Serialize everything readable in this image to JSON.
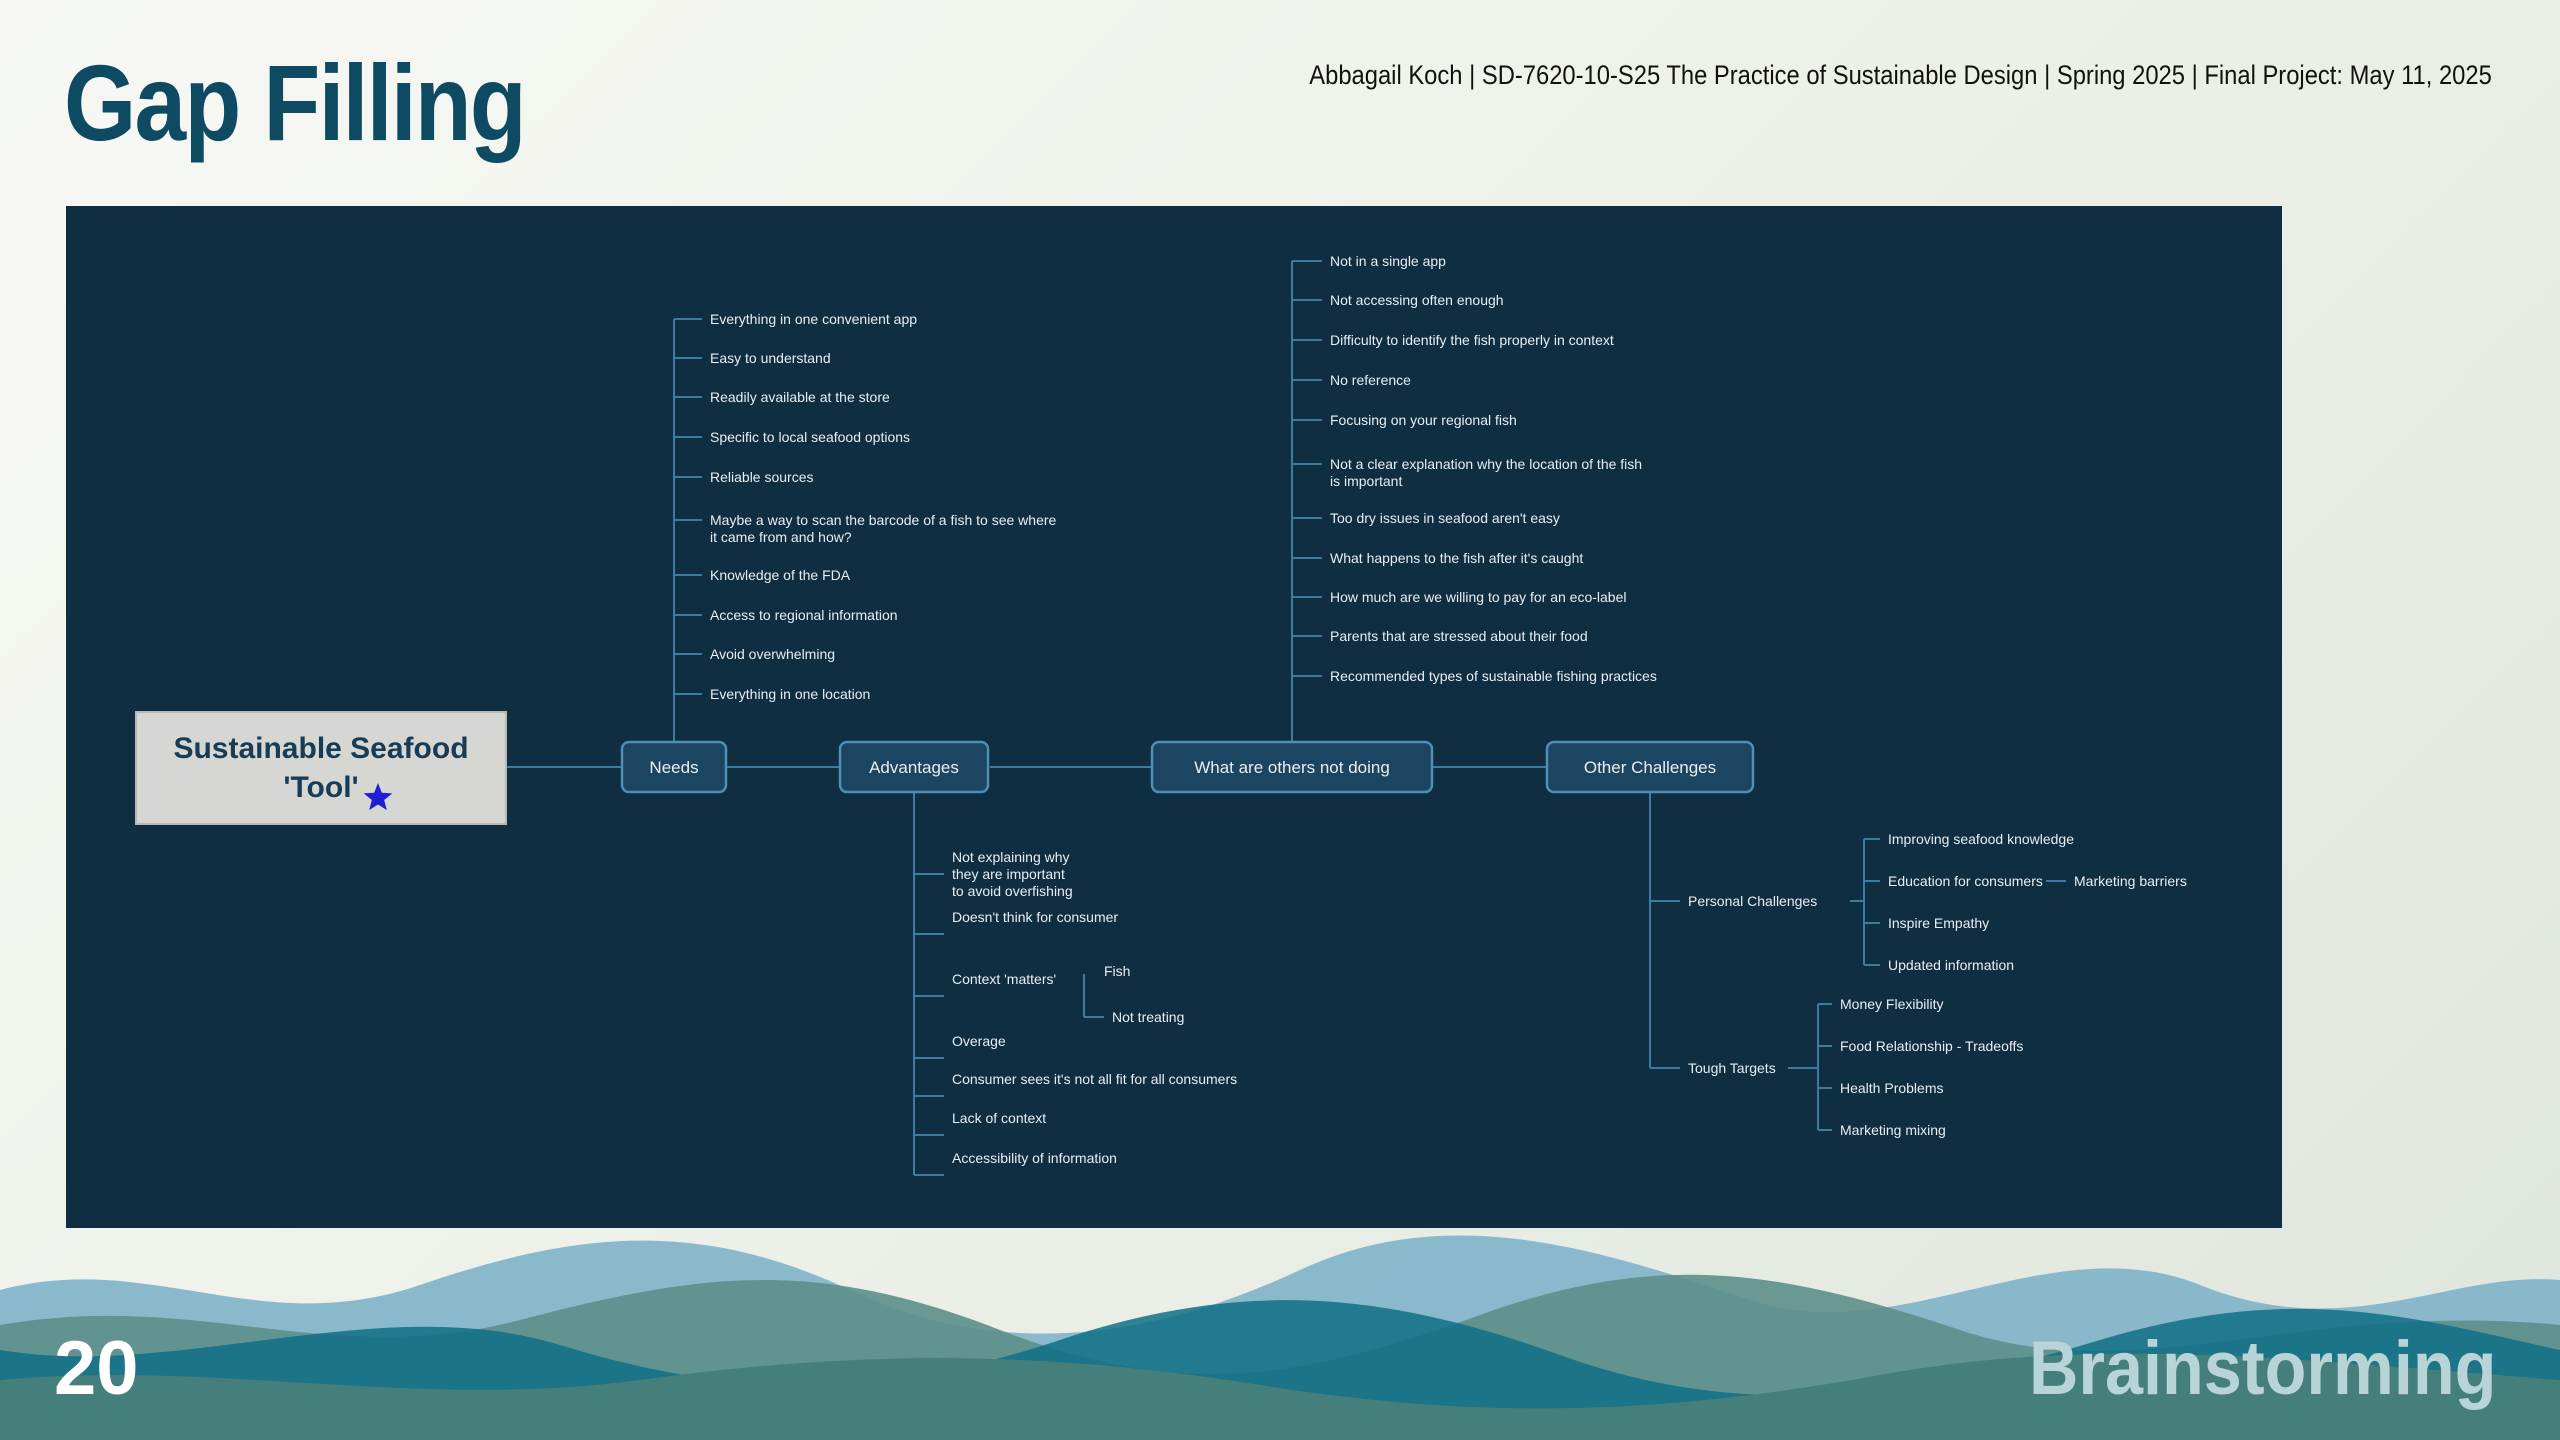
{
  "slide": {
    "title": "Gap Filling",
    "course_line": "Abbagail Koch | SD-7620-10-S25 The Practice of Sustainable Design  | Spring 2025 |  Final Project: May 11, 2025",
    "page_number": "20",
    "section_label": "Brainstorming"
  },
  "colors": {
    "title": "#0e4a62",
    "panel_bg": "#0f2e42",
    "line": "#3d7c9f",
    "node_fill": "#1b4560",
    "node_border": "#4f8fb3",
    "root_fill": "#d6d6d3",
    "root_text": "#163c56",
    "leaf_text": "#e8eef2",
    "star": "#1f1fd6"
  },
  "mindmap": {
    "root": {
      "line1": "Sustainable Seafood",
      "line2": "'Tool'",
      "star_icon": "star-icon"
    },
    "needs": {
      "label": "Needs",
      "items": [
        "Everything in one convenient app",
        "Easy to understand",
        "Readily available at the store",
        "Specific to local seafood options",
        "Reliable sources",
        "Maybe a way to scan the barcode of a fish to see where it came from and how?",
        "Knowledge of the FDA",
        "Access to regional information",
        "Avoid overwhelming",
        "Everything in one location"
      ]
    },
    "advantages": {
      "label": "Advantages",
      "items": [
        "Not explaining why they are important to avoid overfishing",
        "Doesn't think for consumer",
        "Context 'matters'",
        "Overage",
        "Consumer sees it's not all fit for all consumers",
        "Lack of context",
        "Accessibility of information"
      ],
      "context_children": [
        "Fish",
        "Not treating"
      ]
    },
    "others": {
      "label": "What are others not doing",
      "items": [
        "Not in a single app",
        "Not accessing often enough",
        "Difficulty to identify the fish properly in context",
        "No reference",
        "Focusing on your regional fish",
        "Not a clear explanation why the location of the fish is important",
        "Too dry issues in seafood aren't easy",
        "What happens to the fish after it's caught",
        "How much are we willing to pay for an eco-label",
        "Parents that are stressed about their food",
        "Recommended types of sustainable fishing practices"
      ]
    },
    "challenges": {
      "label": "Other Challenges",
      "groups": [
        {
          "label": "Personal Challenges",
          "items": [
            "Improving seafood knowledge",
            "Education for consumers",
            "Inspire Empathy",
            "Updated information"
          ],
          "extra": "Marketing barriers"
        },
        {
          "label": "Tough Targets",
          "items": [
            "Money Flexibility",
            "Food Relationship - Tradeoffs",
            "Health Problems",
            "Marketing mixing"
          ]
        }
      ]
    }
  }
}
